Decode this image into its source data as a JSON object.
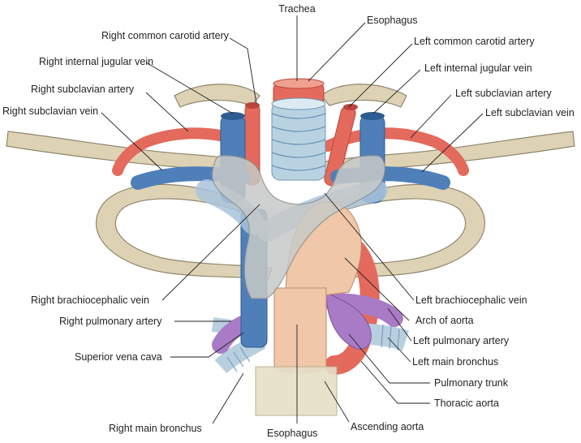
{
  "colors": {
    "bone": "#ddd3b4",
    "bone_edge": "#8f856c",
    "artery": "#e36a5c",
    "artery_dark": "#b8463c",
    "vein": "#4f7fb8",
    "vein_light": "#a9c4dc",
    "trachea_ring": "#b9d2e2",
    "esophagus": "#f0c7a8",
    "bronchus": "#b8cfdf",
    "pulmonary_trunk": "#a97bc6",
    "manubrium": "#c7cac8",
    "background": "#ffffff"
  },
  "labels": {
    "trachea": "Trachea",
    "esophagus_top": "Esophagus",
    "right_common_carotid_artery": "Right common carotid artery",
    "left_common_carotid_artery": "Left common carotid artery",
    "right_internal_jugular_vein": "Right internal jugular vein",
    "left_internal_jugular_vein": "Left internal jugular vein",
    "right_subclavian_artery": "Right subclavian artery",
    "left_subclavian_artery": "Left subclavian artery",
    "right_subclavian_vein": "Right subclavian vein",
    "left_subclavian_vein": "Left subclavian vein",
    "right_brachiocephalic_vein": "Right brachiocephalic vein",
    "left_brachiocephalic_vein": "Left brachiocephalic vein",
    "arch_of_aorta": "Arch of aorta",
    "right_pulmonary_artery": "Right pulmonary artery",
    "left_pulmonary_artery": "Left pulmonary artery",
    "superior_vena_cava": "Superior vena cava",
    "left_main_bronchus": "Left main bronchus",
    "pulmonary_trunk": "Pulmonary trunk",
    "thoracic_aorta": "Thoracic aorta",
    "right_main_bronchus": "Right main bronchus",
    "esophagus_bottom": "Esophagus",
    "ascending_aorta": "Ascending aorta"
  }
}
